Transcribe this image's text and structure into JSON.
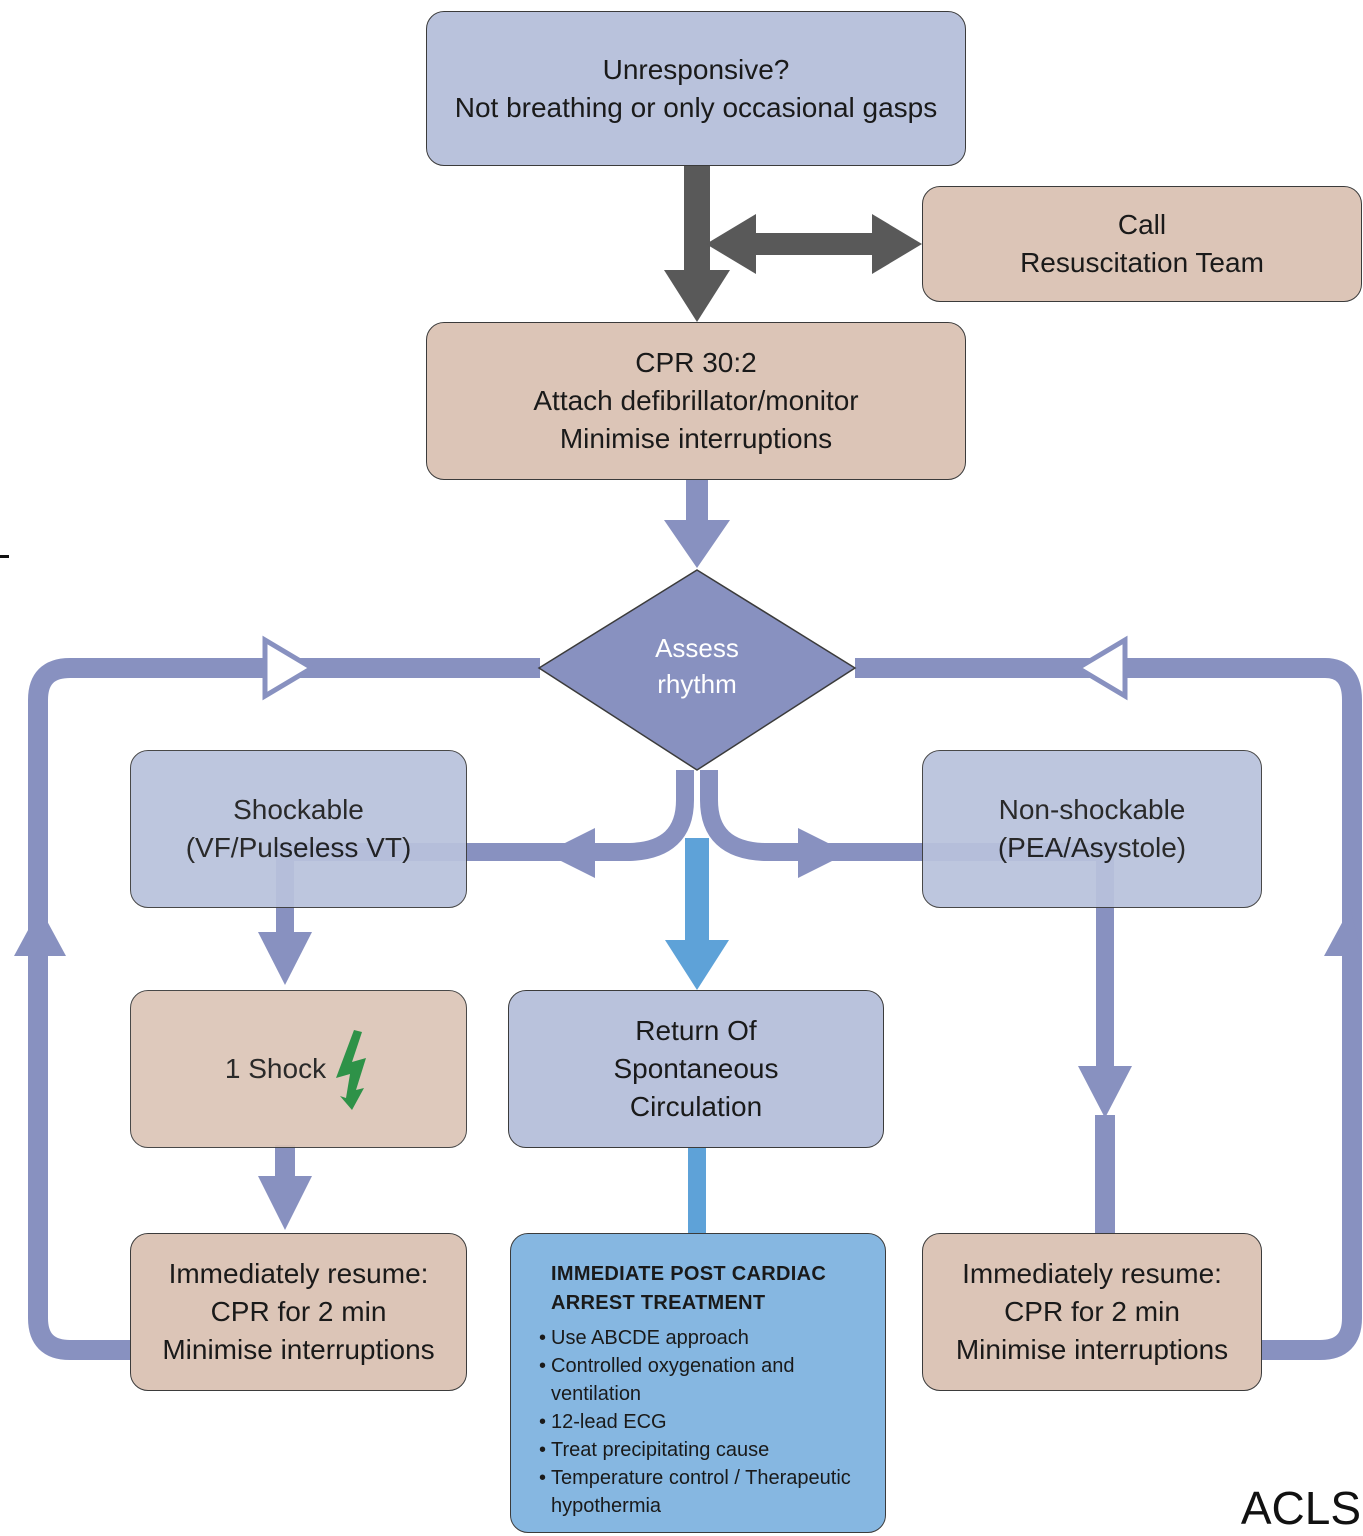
{
  "nodes": {
    "unresponsive": [
      "Unresponsive?",
      "Not breathing or only occasional gasps"
    ],
    "call_team": [
      "Call",
      "Resuscitation Team"
    ],
    "cpr": [
      "CPR 30:2",
      "Attach defibrillator/monitor",
      "Minimise interruptions"
    ],
    "assess": [
      "Assess",
      "rhythm"
    ],
    "shockable": [
      "Shockable",
      "(VF/Pulseless VT)"
    ],
    "non_shockable": [
      "Non-shockable",
      "(PEA/Asystole)"
    ],
    "shock": "1 Shock",
    "rosc": [
      "Return Of",
      "Spontaneous",
      "Circulation"
    ],
    "resume_left": [
      "Immediately resume:",
      "CPR for 2 min",
      "Minimise interruptions"
    ],
    "resume_right": [
      "Immediately resume:",
      "CPR for 2 min",
      "Minimise interruptions"
    ],
    "post_arrest": {
      "title_line1": "IMMEDIATE POST CARDIAC",
      "title_line2": "ARREST TREATMENT",
      "items": [
        "Use ABCDE approach",
        "Controlled oxygenation and ventilation",
        "12-lead ECG",
        "Treat precipitating cause",
        "Temperature control / Therapeutic hypothermia"
      ]
    }
  },
  "footer_label": "ACLS",
  "colors": {
    "flow_arrow": "#8891c0",
    "dark_arrow": "#595959",
    "rosc_arrow": "#5ea2d8",
    "shock_icon": "#1f8a3b"
  }
}
